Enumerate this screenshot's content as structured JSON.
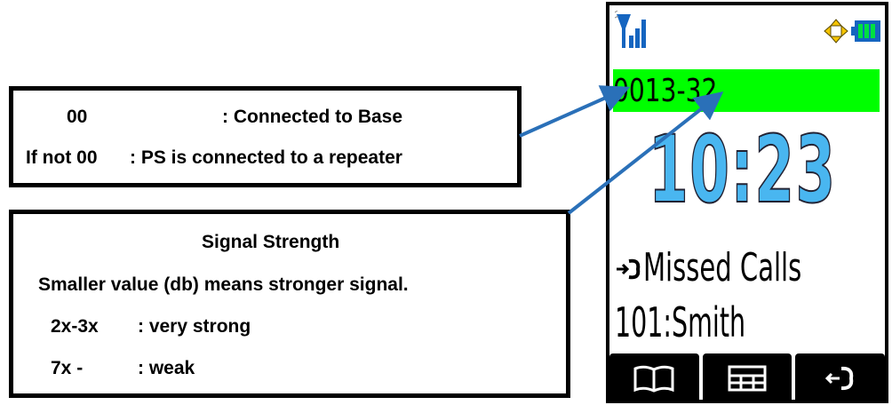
{
  "note_base": {
    "row1_code": "00",
    "row1_text": ": Connected to Base",
    "row2_code": "If not 00",
    "row2_text": ": PS is connected to a repeater"
  },
  "note_signal": {
    "title": "Signal Strength",
    "description": "Smaller value (db)  means stronger signal.",
    "rows": [
      {
        "code": "2x-3x",
        "text": ": very strong"
      },
      {
        "code": "7x -",
        "text": ": weak"
      }
    ]
  },
  "phone": {
    "code_display": "0013-32",
    "time": "10:23",
    "missed_calls": "Missed Calls",
    "caller": "101:Smith",
    "softkeys": [
      "phonebook-icon",
      "menu-grid-icon",
      "exit-icon"
    ],
    "highlight_color": "#00ff00",
    "clock_color": "#49b6f0"
  }
}
